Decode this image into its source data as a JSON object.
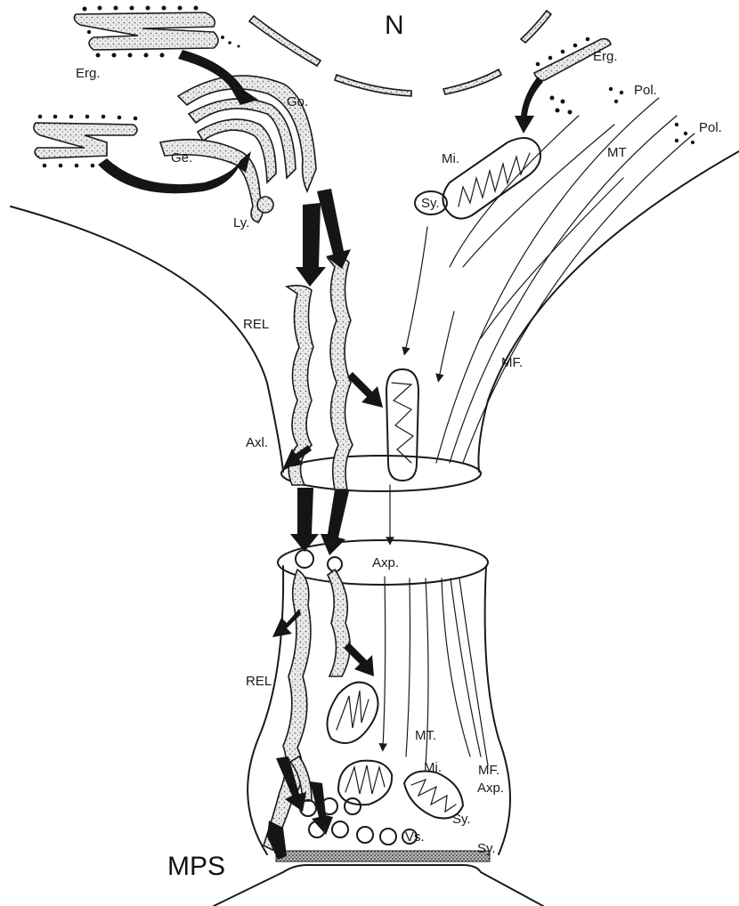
{
  "labels": {
    "nucleus": "N",
    "erg_left": "Erg.",
    "erg_right": "Erg.",
    "golgi": "Go.",
    "ge": "Ge.",
    "lysosome": "Ly.",
    "pol_1": "Pol.",
    "pol_2": "Pol.",
    "mito_top": "Mi.",
    "mt_top": "MT",
    "sy_top": "Sy.",
    "rel_top": "REL",
    "mf_top": "MF.",
    "axl": "Axl.",
    "axp_top": "Axp.",
    "rel_bottom": "REL",
    "mt_bottom": "MT.",
    "mi_bottom": "Mi.",
    "mf_bottom": "MF.",
    "axp_bottom": "Axp.",
    "sy_mid": "Sy.",
    "vs": "Vs.",
    "sy_bottom": "Sy.",
    "mps": "MPS"
  }
}
